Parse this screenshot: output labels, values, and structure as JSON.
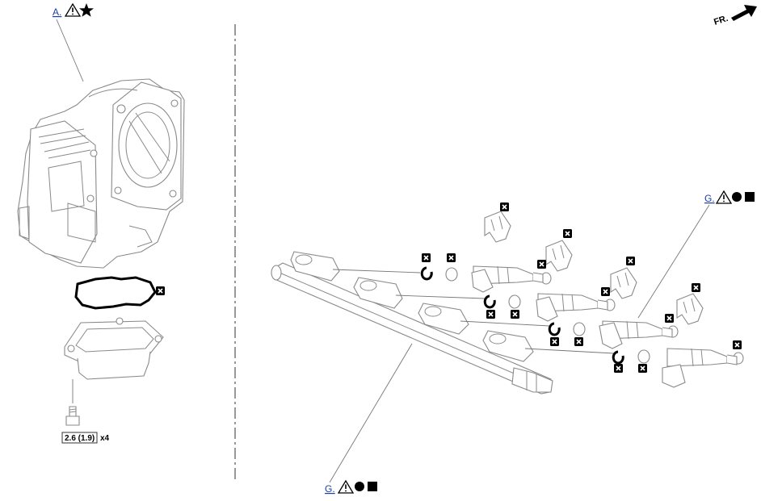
{
  "callouts": {
    "throttle_body": {
      "label": "A."
    },
    "injector_right": {
      "label": "G."
    },
    "injector_bottom": {
      "label": "G."
    }
  },
  "torque_spec": {
    "value": "2.6 (1.9)",
    "quantity": "x4"
  },
  "direction": {
    "label": "FR."
  },
  "icons": {
    "warning": "warning-triangle-icon",
    "star": "star-icon",
    "circle": "filled-circle-icon",
    "square": "filled-square-icon",
    "replace": "replace-part-x-icon"
  },
  "colors": {
    "link": "#1a3fa6",
    "line_art": "#8a8a8a",
    "symbol": "#000000"
  }
}
